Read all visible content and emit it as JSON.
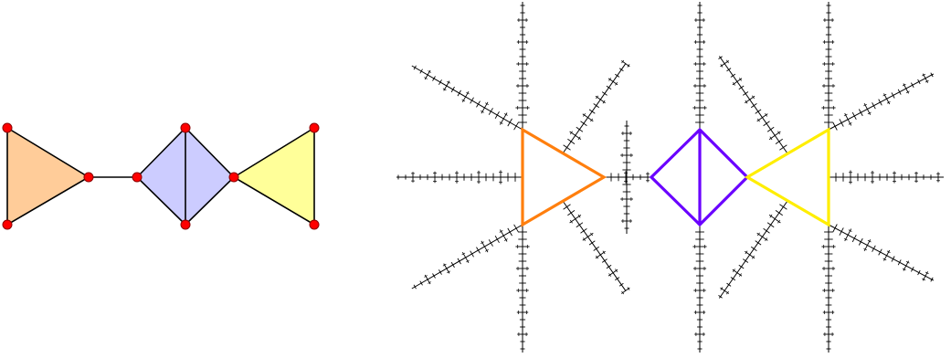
{
  "colors": {
    "background": "#ffffff",
    "edge": "#000000",
    "vertex": "#ff0000",
    "vertex_stroke": "#8b0000",
    "triangle_left_fill": "#ffcc99",
    "quad_fill": "#ccccff",
    "triangle_right_fill": "#ffff99",
    "tree": "#000000",
    "outline_orange": "#ff7f0e",
    "outline_purple": "#6a00ff",
    "outline_yellow": "#ffee00"
  },
  "left_graph": {
    "faces": [
      "triangle-left",
      "quadrilateral",
      "triangle-right"
    ],
    "vertex_count": 9
  },
  "right_figure": {
    "outlines": [
      "triangle-left-outline",
      "diamond-outline",
      "triangle-right-outline"
    ],
    "branch_directions": 14
  }
}
